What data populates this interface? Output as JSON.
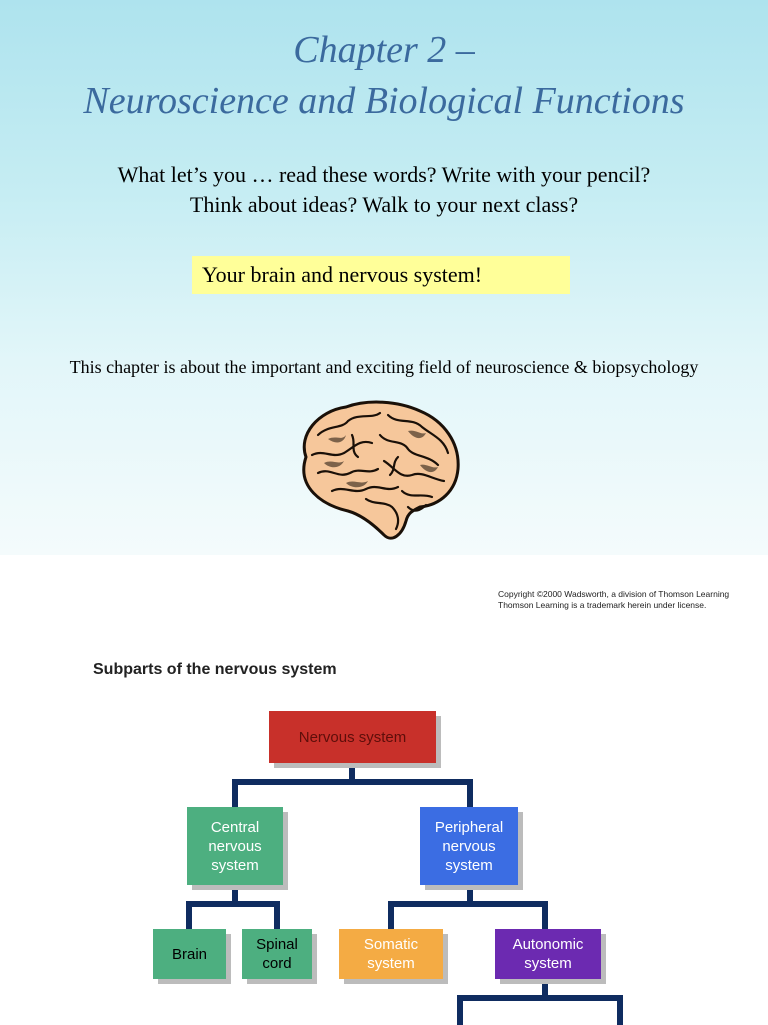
{
  "slide1": {
    "title_line1": "Chapter 2 –",
    "title_line2": "Neuroscience and Biological Functions",
    "question_line1": "What let’s you … read these words? Write with your pencil?",
    "question_line2": "Think about ideas? Walk to your next class?",
    "highlight_answer": "Your brain and nervous system!",
    "about_text": "This chapter is about the important and exciting field of neuroscience & biopsychology",
    "image_icon": "brain-clipart-icon"
  },
  "slide2": {
    "copyright_line1": "Copyright ©2000 Wadsworth, a division of Thomson Learning",
    "copyright_line2": "Thomson Learning is a trademark herein under license.",
    "diagram_title": "Subparts of the nervous system",
    "nodes": {
      "nervous_system": "Nervous system",
      "central": [
        "Central",
        "nervous",
        "system"
      ],
      "peripheral": [
        "Peripheral",
        "nervous",
        "system"
      ],
      "brain": "Brain",
      "spinal": [
        "Spinal",
        "cord"
      ],
      "somatic": [
        "Somatic",
        "system"
      ],
      "autonomic": [
        "Autonomic",
        "system"
      ]
    },
    "colors": {
      "nervous_system": "#c8302a",
      "central": "#4daf80",
      "peripheral": "#3b6de3",
      "somatic": "#f4ab44",
      "autonomic": "#6c2ab1",
      "connector": "#0f2c60"
    }
  }
}
